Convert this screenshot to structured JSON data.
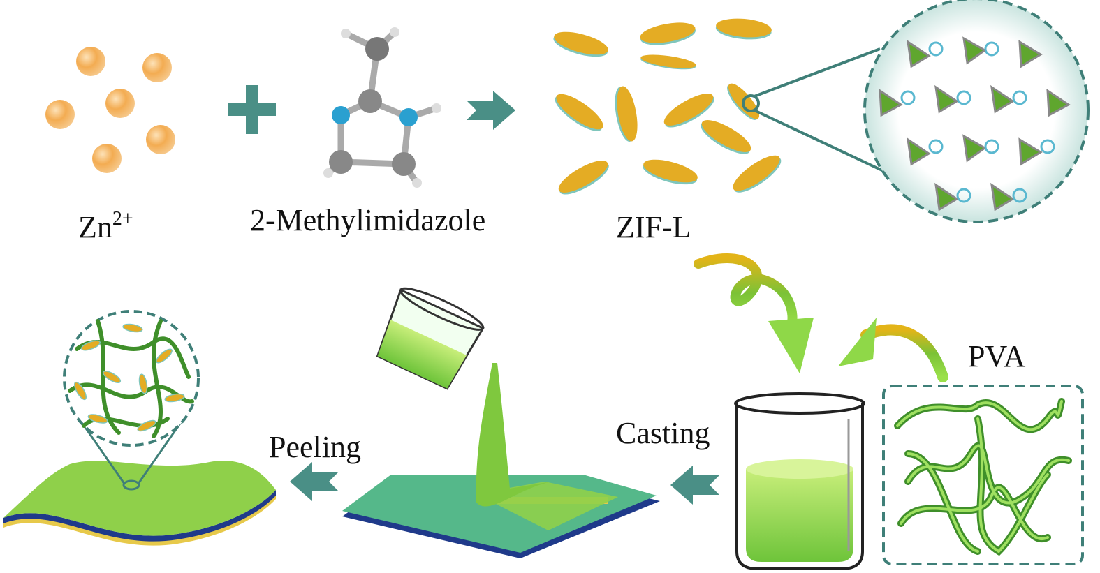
{
  "labels": {
    "zn": "Zn",
    "zn_charge": "2+",
    "methylimidazole": "2-Methylimidazole",
    "zifl": "ZIF-L",
    "pva": "PVA",
    "casting": "Casting",
    "peeling": "Peeling"
  },
  "colors": {
    "arrow_teal": "#4a8f86",
    "sphere_orange": "#f0a848",
    "platelet_gold": "#e4ac24",
    "platelet_edge": "#7fc6bc",
    "green_light": "#9fd85a",
    "green_dark": "#3f8f2a",
    "dashed_teal": "#3f7f78",
    "film_green": "#8fd04a",
    "plate_teal": "#4fb58a"
  }
}
